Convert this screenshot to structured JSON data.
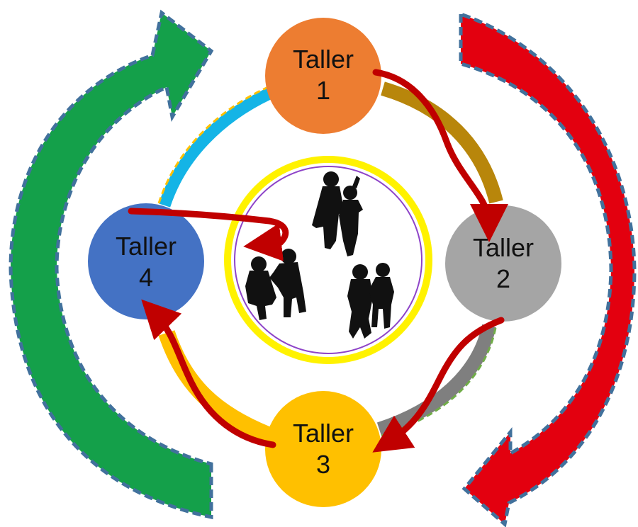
{
  "nodes": [
    {
      "line1": "Taller",
      "line2": "1",
      "color": "#ED7D31"
    },
    {
      "line1": "Taller",
      "line2": "2",
      "color": "#A5A5A5"
    },
    {
      "line1": "Taller",
      "line2": "3",
      "color": "#FFC000"
    },
    {
      "line1": "Taller",
      "line2": "4",
      "color": "#4472C4"
    }
  ],
  "colors": {
    "big_arrow_left": "#14A04A",
    "big_arrow_right": "#E3000F",
    "big_arrow_outline": "#41719C",
    "flow_arrow": "#C00000",
    "center_ring": "#FFF200",
    "center_inner_ring": "#8E44C8",
    "band_left_top": "#14B4E6",
    "band_right_top": "#B8860B",
    "band_right_bottom": "#7F7F7F",
    "band_left_bottom": "#FFC000",
    "people_silhouettes": "#111111"
  },
  "center_icon": "children-group-silhouette-icon"
}
